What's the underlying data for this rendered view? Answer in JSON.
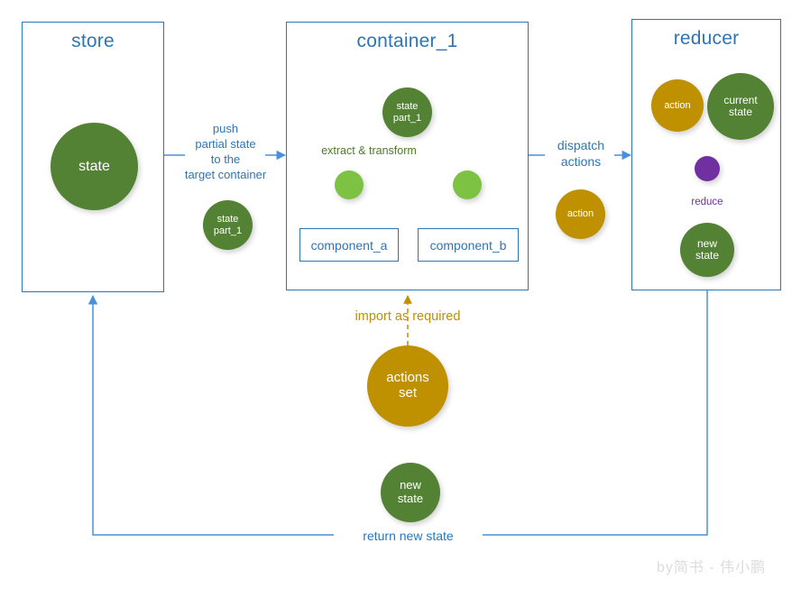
{
  "diagram": {
    "title_store": "store",
    "title_container": "container_1",
    "title_reducer": "reducer",
    "colors": {
      "blue": "#2E75B6",
      "green": "#548235",
      "light_green": "#7DC242",
      "gold": "#BF9000",
      "purple": "#7030A0",
      "watermark": "#DCDCDC"
    }
  },
  "store": {
    "title": "store",
    "state_circle": "state"
  },
  "container": {
    "title": "container_1",
    "state_part": "state\npart_1",
    "extract_label": "extract & transform",
    "component_a": "component_a",
    "component_b": "component_b"
  },
  "reducer": {
    "title": "reducer",
    "action_circle": "action",
    "current_state_circle": "current\nstate",
    "reduce_label": "reduce",
    "new_state_circle": "new\nstate"
  },
  "edges": {
    "push_label": "push\npartial state\nto the\ntarget container",
    "dispatch_label": "dispatch\nactions",
    "import_label": "import as required",
    "return_label": "return new  state"
  },
  "floating": {
    "state_part_1": "state\npart_1",
    "action": "action",
    "actions_set": "actions\nset",
    "new_state": "new\nstate"
  },
  "watermark": {
    "text": "by简书 - 伟小鹏"
  }
}
